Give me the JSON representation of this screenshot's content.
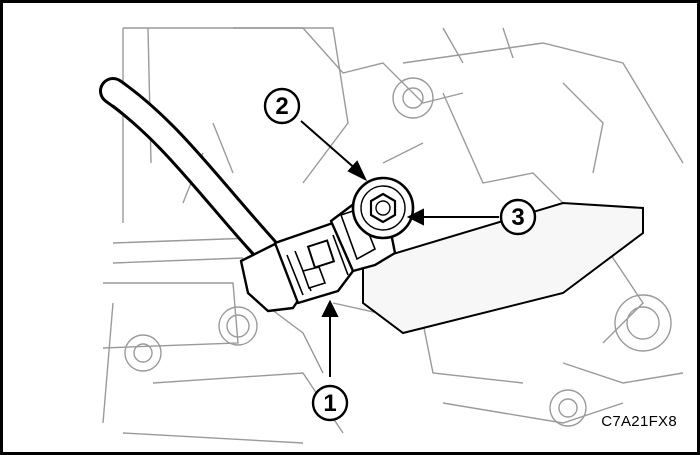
{
  "figure": {
    "code": "C7A21FX8",
    "callouts": [
      {
        "id": 1,
        "label": "1"
      },
      {
        "id": 2,
        "label": "2"
      },
      {
        "id": 3,
        "label": "3"
      }
    ],
    "colors": {
      "ink": "#000000",
      "faint": "#9a9a9a",
      "background": "#ffffff",
      "fill": "#f4f4f4"
    }
  }
}
